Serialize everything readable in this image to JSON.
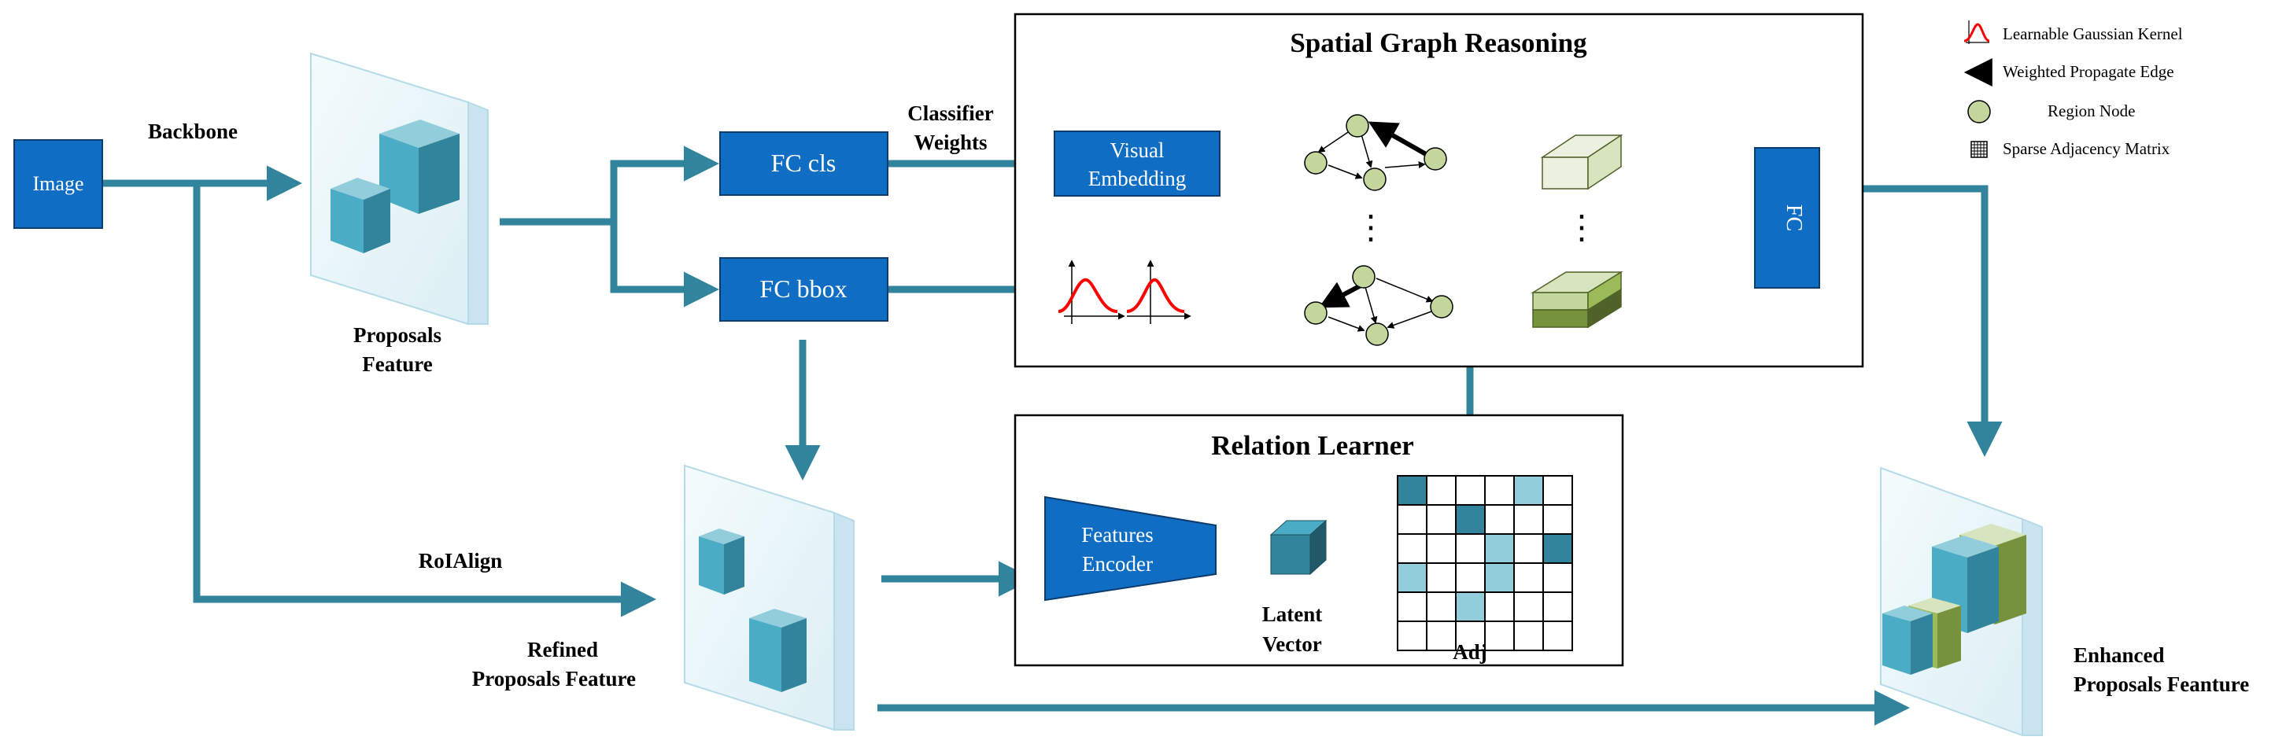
{
  "labels": {
    "image": "Image",
    "backbone": "Backbone",
    "proposals_feature": [
      "Proposals",
      "Feature"
    ],
    "fc_cls": "FC cls",
    "fc_bbox": "FC bbox",
    "classifier_weights": [
      "Classifier",
      "Weights"
    ],
    "visual_embedding": [
      "Visual",
      "Embedding"
    ],
    "spatial_graph_reasoning": "Spatial Graph Reasoning",
    "fc": "FC",
    "relation_learner": "Relation Learner",
    "features_encoder": [
      "Features",
      "Encoder"
    ],
    "latent_vector": [
      "Latent",
      "Vector"
    ],
    "adj": "Adj",
    "roialign": "RoIAlign",
    "refined_proposals_feature": [
      "Refined",
      "Proposals Feature"
    ],
    "enhanced_proposals_feature": [
      "Enhanced",
      "Proposals Feanture"
    ],
    "ellipsis": "⋮"
  },
  "legend": [
    {
      "icon": "gaussian-kernel-icon",
      "label": "Learnable Gaussian Kernel"
    },
    {
      "icon": "weighted-edge-icon",
      "label": "Weighted Propagate Edge"
    },
    {
      "icon": "region-node-icon",
      "label": "Region Node"
    },
    {
      "icon": "sparse-matrix-icon",
      "label": "Sparse Adjacency Matrix"
    }
  ],
  "colors": {
    "box_blue": "#0F6EC3",
    "arrow_teal": "#31849B",
    "node_green": "#C3D69B",
    "cube_light": "#92CDDC",
    "cube_mid": "#4BACC6",
    "cube_dark": "#31849B",
    "olive": "#76923C",
    "gauss_red": "#FF0000",
    "matrix_dark": "#31849B",
    "matrix_light": "#92CDDC"
  }
}
